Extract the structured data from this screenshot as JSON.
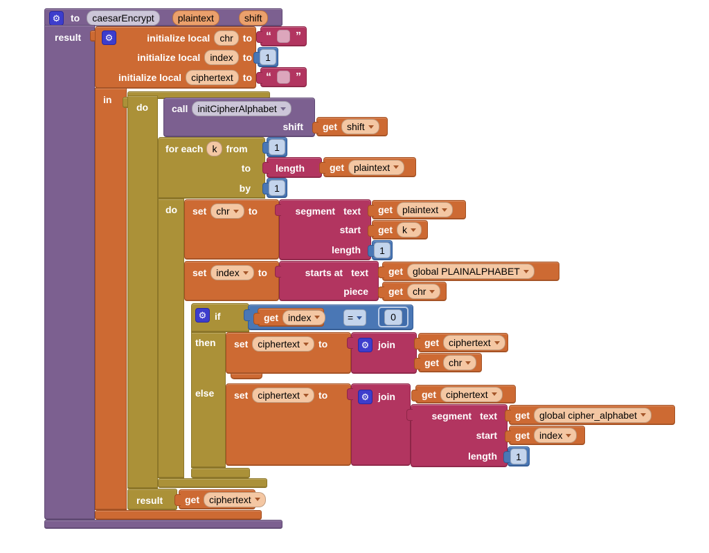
{
  "canvas": {
    "background": "#ffffff"
  },
  "colors": {
    "procedure_purple": "#7c6090",
    "variable_orange": "#cd6a33",
    "control_olive": "#ab9138",
    "text_magenta": "#b23560",
    "math_blue": "#4a77b5",
    "mutator_gear_blue": "#3d3dcc"
  },
  "keywords": {
    "to": "to",
    "get": "get",
    "set": "set",
    "do": "do",
    "in": "in",
    "result": "result",
    "call": "call",
    "if": "if",
    "then": "then",
    "else": "else",
    "join": "join",
    "for_each": "for each",
    "from": "from",
    "by": "by",
    "start": "start",
    "length": "length",
    "piece": "piece",
    "segment": "segment",
    "text": "text",
    "starts_at": "starts at",
    "initialize_local": "initialize local"
  },
  "procedure": {
    "name": "caesarEncrypt",
    "param_plaintext": "plaintext",
    "param_shift": "shift"
  },
  "call_block": {
    "procedure_name": "initCipherAlphabet",
    "arg_label": "shift"
  },
  "variables": {
    "chr": "chr",
    "index": "index",
    "ciphertext": "ciphertext",
    "k": "k",
    "plaintext": "plaintext",
    "shift": "shift",
    "global_plainalphabet": "global PLAINALPHABET",
    "global_cipher_alphabet": "global cipher_alphabet"
  },
  "values": {
    "one": "1",
    "zero": "0",
    "equals": "=",
    "quote_open": "“",
    "quote_close": "”"
  },
  "icons": {
    "gear": "⚙"
  }
}
